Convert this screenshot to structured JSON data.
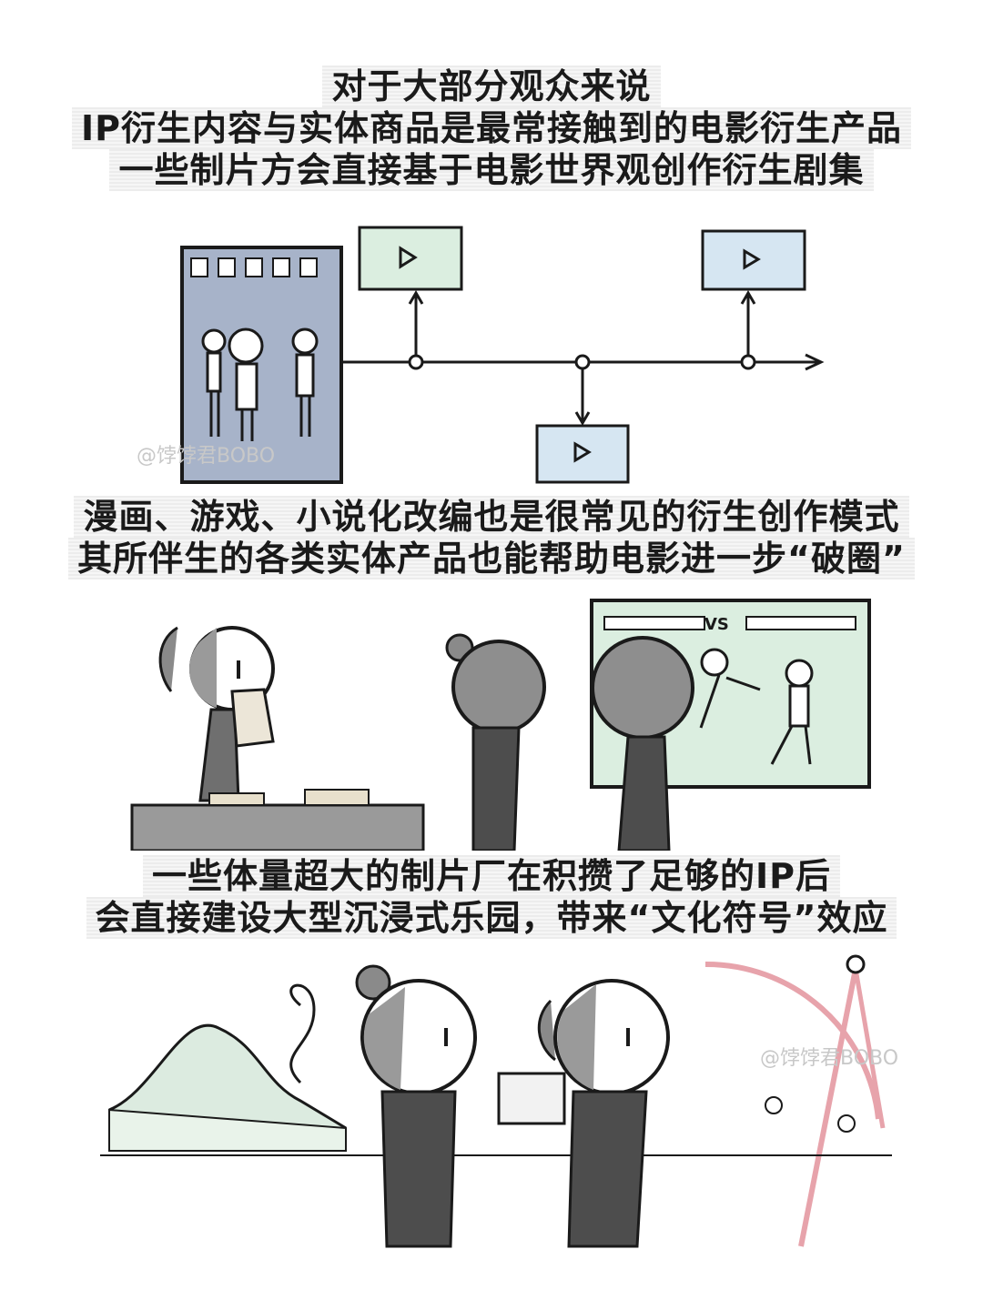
{
  "section1": {
    "lines": [
      "对于大部分观众来说",
      "IP衍生内容与实体商品是最常接触到的电影衍生产品",
      "一些制片方会直接基于电影世界观创作衍生剧集"
    ]
  },
  "section2": {
    "lines": [
      "漫画、游戏、小说化改编也是很常见的衍生创作模式",
      "其所伴生的各类实体产品也能帮助电影进一步“破圈”"
    ],
    "game_text": "VS"
  },
  "section3": {
    "lines": [
      "一些体量超大的制片厂在积攒了足够的IP后",
      "会直接建设大型沉浸式乐园，带来“文化符号”效应"
    ]
  },
  "watermark": "@饽饽君BOBO",
  "colors": {
    "green": "#dbeee0",
    "blue": "#d6e6f2",
    "gray_panel": "#a7b3c9",
    "pink": "#e7a3ab",
    "ink": "#1a1a1a"
  }
}
